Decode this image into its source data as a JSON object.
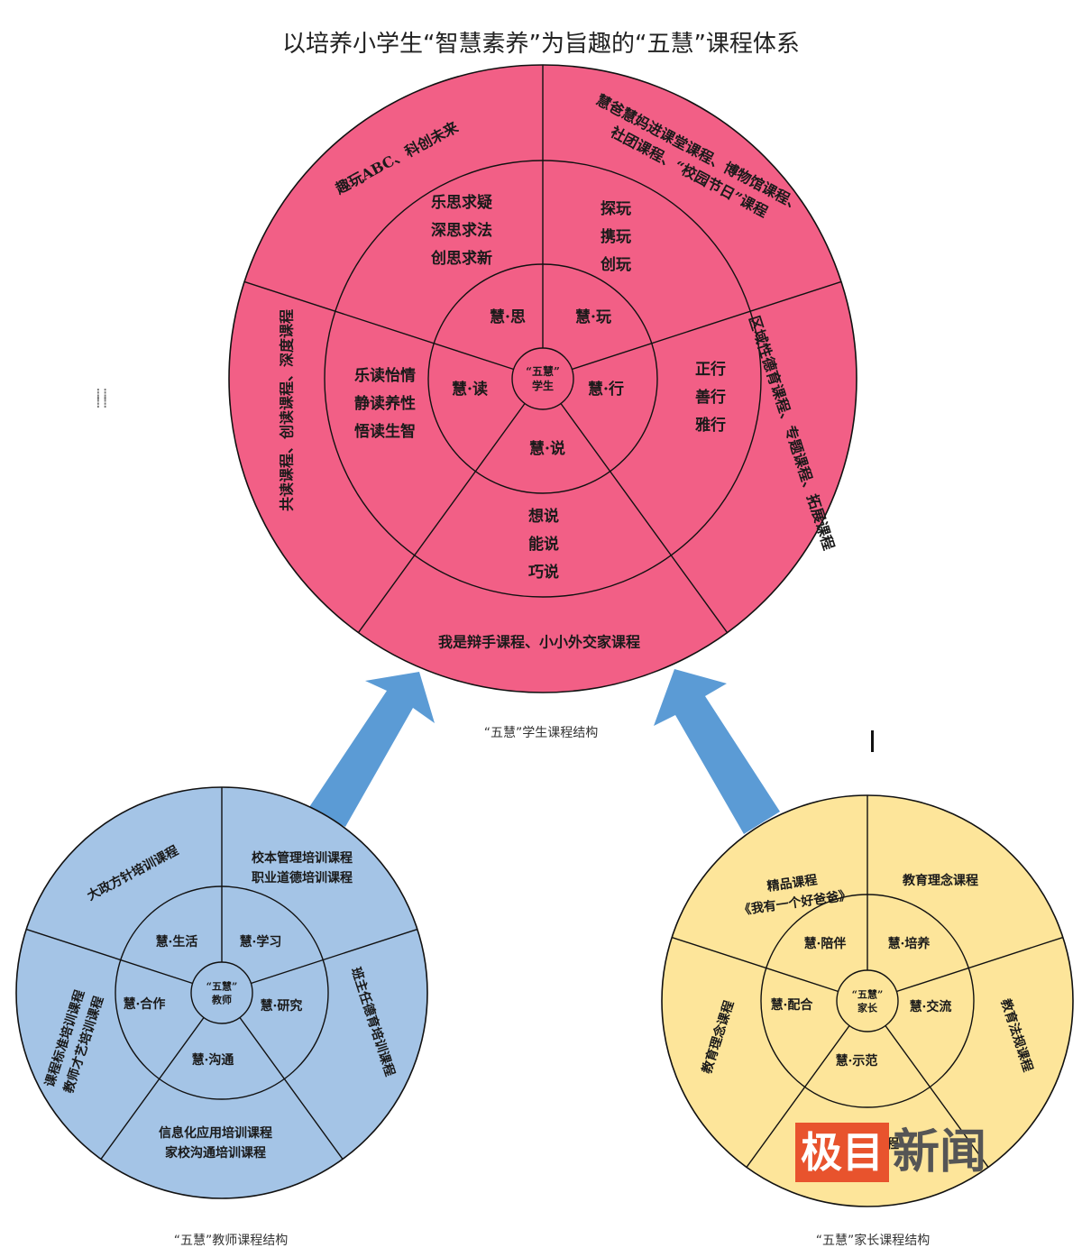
{
  "title": "以培养小学生“智慧素养”为旨趣的“五慧”课程体系",
  "colors": {
    "student_fill": "#f25f86",
    "teacher_fill": "#a4c4e6",
    "parent_fill": "#fde59a",
    "arrow": "#5b9bd5",
    "line": "#111111"
  },
  "student": {
    "caption": "“五慧”学生课程结构",
    "center": [
      "“五慧”",
      "学生"
    ],
    "inner": [
      "慧·思",
      "慧·玩",
      "慧·行",
      "慧·说",
      "慧·读"
    ],
    "middle": [
      [
        "乐思求疑",
        "深思求法",
        "创思求新"
      ],
      [
        "探玩",
        "携玩",
        "创玩"
      ],
      [
        "正行",
        "善行",
        "雅行"
      ],
      [
        "想说",
        "能说",
        "巧说"
      ],
      [
        "乐读怡情",
        "静读养性",
        "悟读生智"
      ]
    ],
    "outer": [
      [
        "趣玩ABC、科创未来"
      ],
      [
        "慧爸慧妈进课堂课程、博物馆课程、",
        "社团课程、“校园节日”课程"
      ],
      [
        "区域性德育课程、专题课程、拓展课程"
      ],
      [
        "我是辩手课程、小小外交家课程"
      ],
      [
        "共读课程、创读课程、深度课程"
      ]
    ]
  },
  "teacher": {
    "caption": "“五慧”教师课程结构",
    "center": [
      "“五慧”",
      "教师"
    ],
    "inner": [
      "慧·生活",
      "慧·学习",
      "慧·研究",
      "慧·沟通",
      "慧·合作"
    ],
    "outer": [
      [
        "大政方针培训课程"
      ],
      [
        "校本管理培训课程",
        "职业道德培训课程"
      ],
      [
        "班主任德育培训课程"
      ],
      [
        "信息化应用培训课程",
        "家校沟通培训课程"
      ],
      [
        "课程标准培训课程",
        "教师才艺培训课程"
      ]
    ]
  },
  "parent": {
    "caption": "“五慧”家长课程结构",
    "center": [
      "“五慧”",
      "家长"
    ],
    "inner": [
      "慧·陪伴",
      "慧·培养",
      "慧·交流",
      "慧·示范",
      "慧·配合"
    ],
    "outer": [
      [
        "精品课程",
        "《我有一个好爸爸》"
      ],
      [
        "教育理念课程"
      ],
      [
        "教育法规课程"
      ],
      [
        "才艺展示课程"
      ],
      [
        "教育理念课程"
      ]
    ]
  },
  "watermark": {
    "box": "极目",
    "rest": "新闻"
  }
}
